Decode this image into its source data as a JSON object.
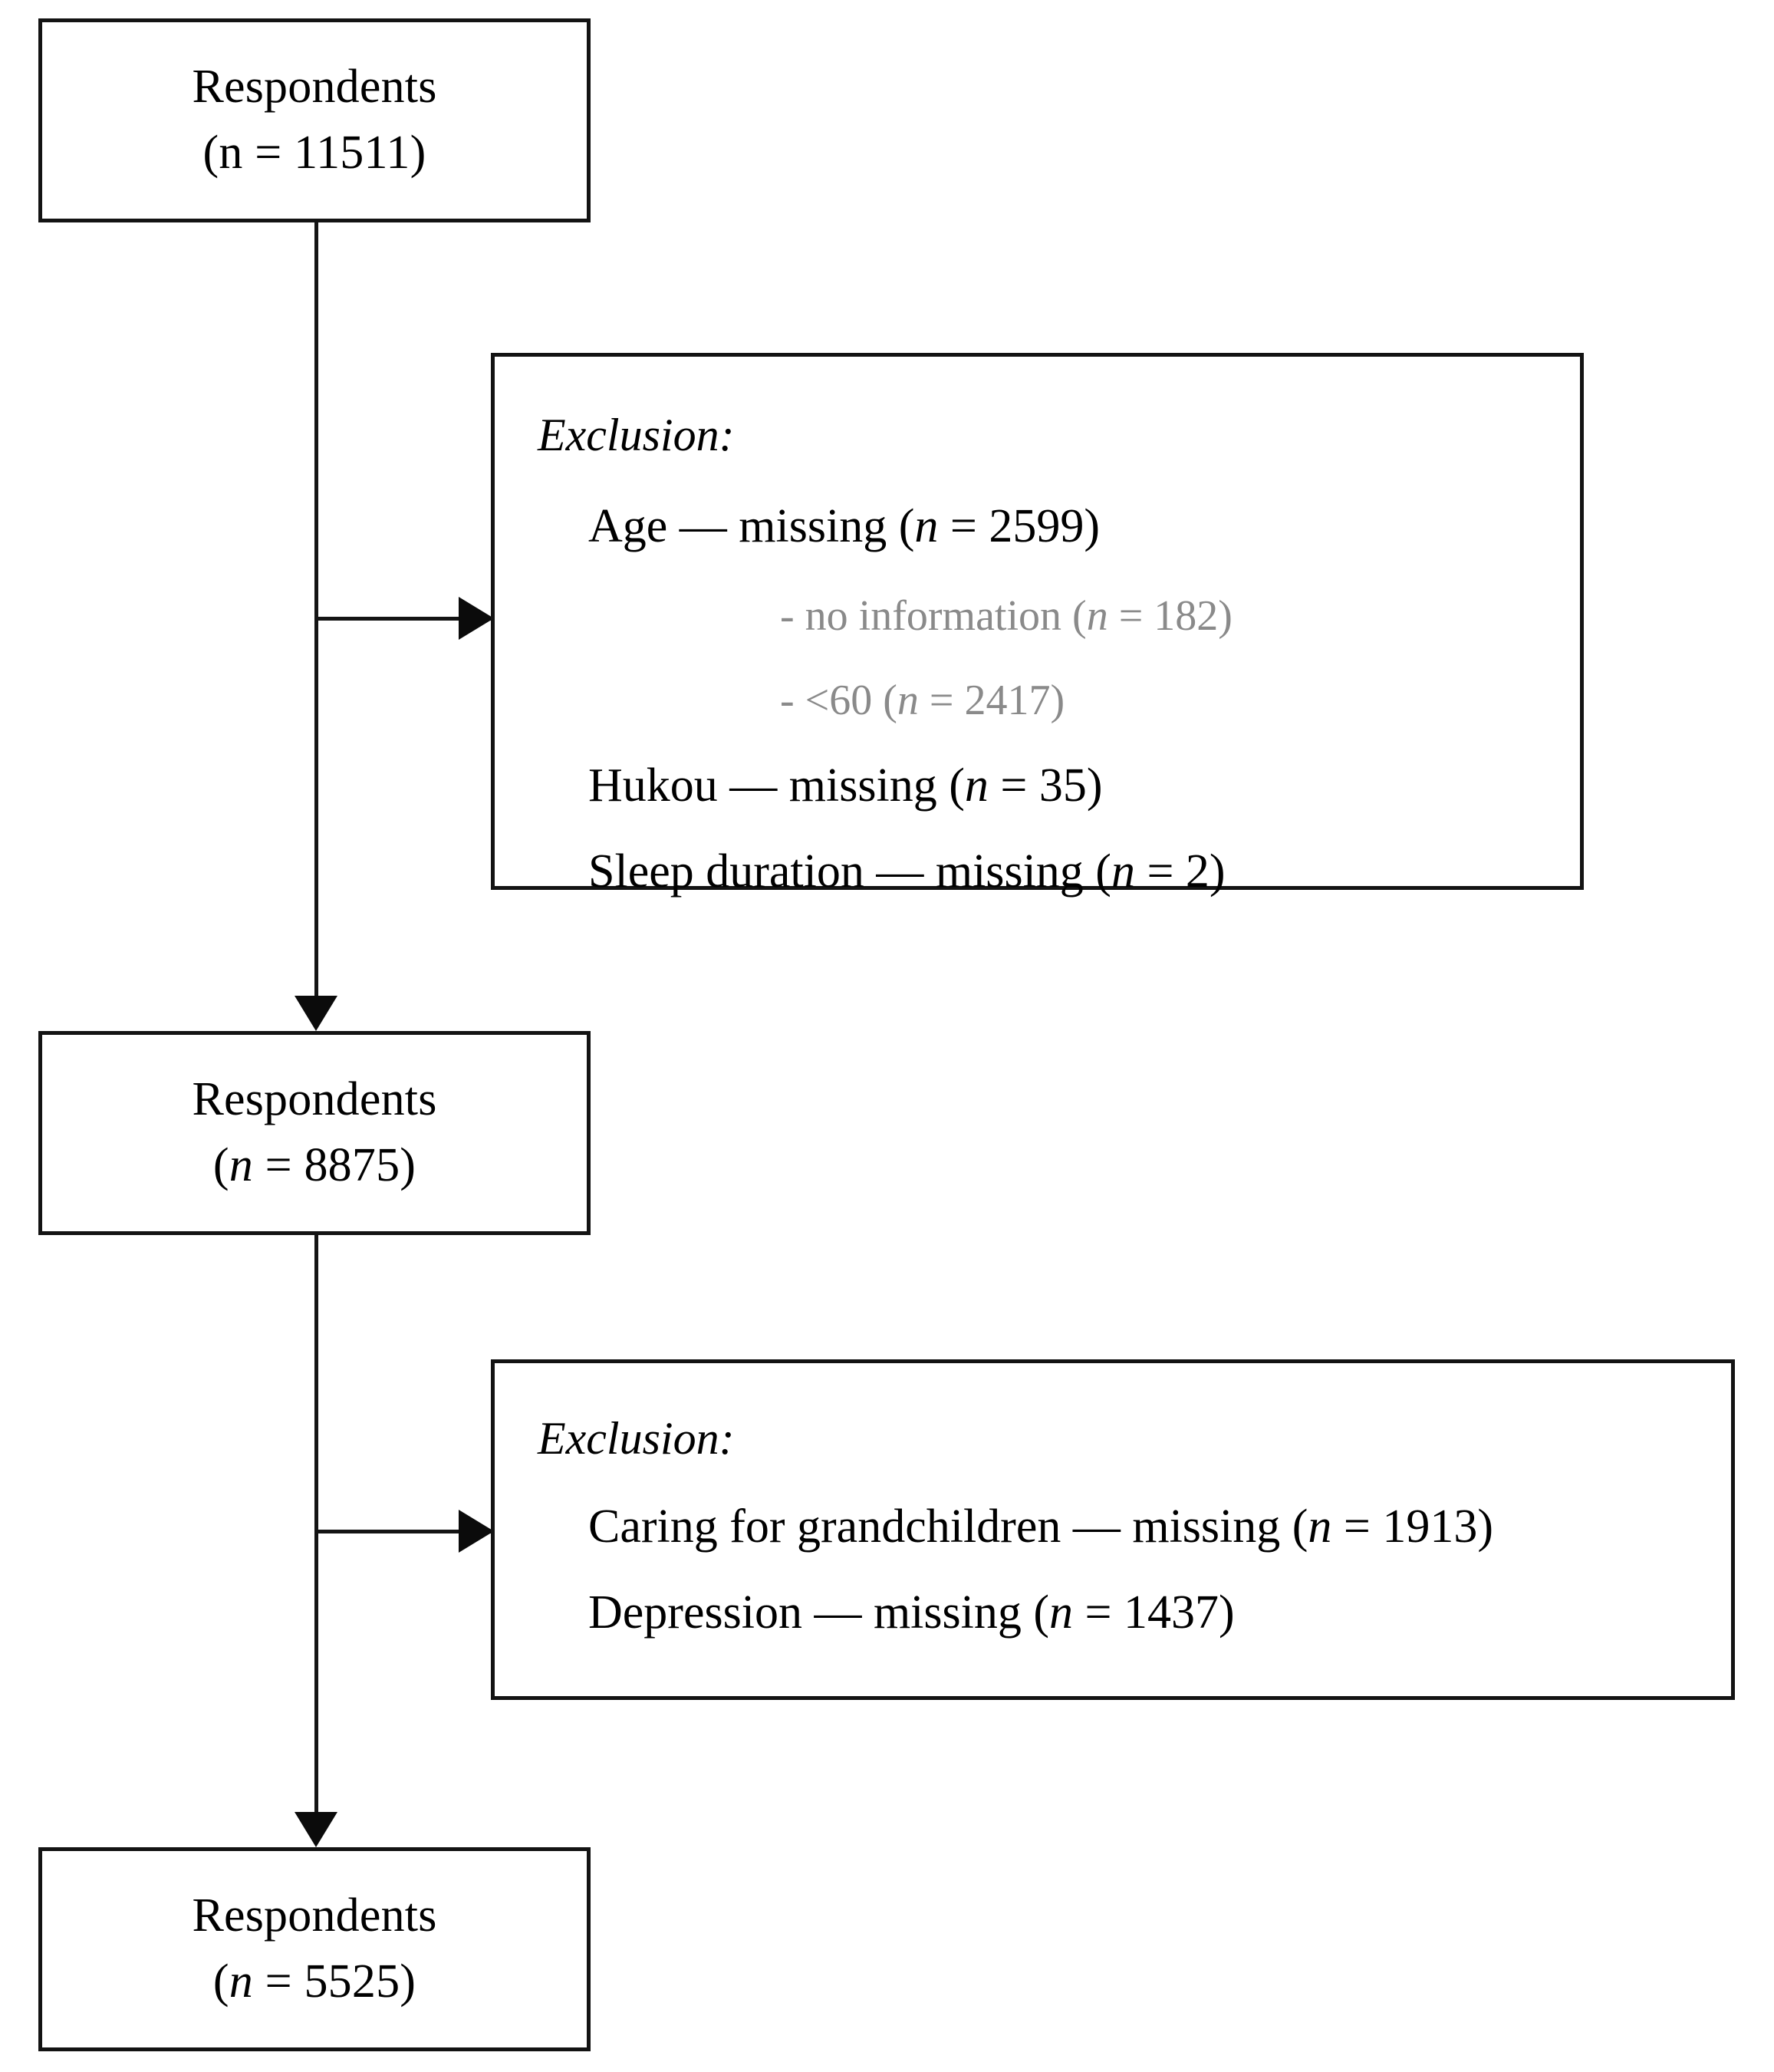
{
  "diagram": {
    "type": "flowchart",
    "title": "Participant selection flow diagram",
    "colors": {
      "stroke": "#131313",
      "text": "#000000",
      "muted_text": "#8a8a8a",
      "background": "#ffffff"
    },
    "nodes": [
      {
        "id": "respondents-1",
        "label": "Respondents",
        "count_prefix": "(n = ",
        "count": "11511",
        "count_suffix": ")",
        "count_text": "(n = 11511)",
        "italic_n": false
      },
      {
        "id": "respondents-2",
        "label": "Respondents",
        "count_prefix": "(",
        "count": "8875",
        "count_suffix": ")",
        "count_text": "(n = 8875)",
        "italic_n": true
      },
      {
        "id": "respondents-3",
        "label": "Respondents",
        "count_prefix": "(",
        "count": "5525",
        "count_suffix": ")",
        "count_text": "(n = 5525)",
        "italic_n": true
      }
    ],
    "exclusions": [
      {
        "id": "exclusion-1",
        "title": "Exclusion:",
        "items": [
          {
            "text_before": "Age — missing (",
            "n_value": " = 2599)",
            "full_text": "Age — missing (n = 2599)",
            "muted": false,
            "subitems": [
              {
                "text_before": "- no information (",
                "n_value": " = 182)",
                "full_text": "- no information (n = 182)",
                "muted": true
              },
              {
                "text_before": "- <60 (",
                "n_value": " = 2417)",
                "full_text": "- <60 (n = 2417)",
                "muted": true
              }
            ]
          },
          {
            "text_before": "Hukou — missing (",
            "n_value": " = 35)",
            "full_text": "Hukou — missing (n = 35)",
            "muted": false,
            "subitems": []
          },
          {
            "text_before": "Sleep duration — missing (",
            "n_value": " = 2)",
            "full_text": "Sleep duration — missing (n = 2)",
            "muted": false,
            "subitems": []
          }
        ]
      },
      {
        "id": "exclusion-2",
        "title": "Exclusion:",
        "items": [
          {
            "text_before": "Caring for grandchildren — missing (",
            "n_value": " = 1913)",
            "full_text": "Caring for grandchildren — missing (n = 1913)",
            "muted": false,
            "subitems": []
          },
          {
            "text_before": "Depression — missing (",
            "n_value": " = 1437)",
            "full_text": "Depression — missing (n = 1437)",
            "muted": false,
            "subitems": []
          }
        ]
      }
    ]
  }
}
